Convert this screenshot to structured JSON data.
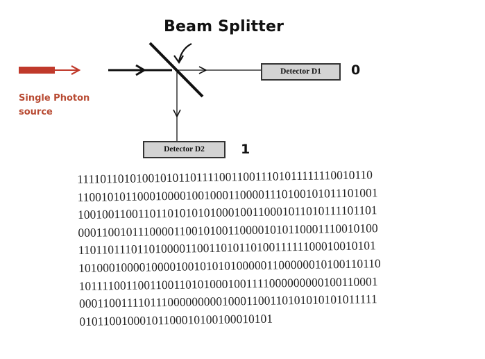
{
  "diagram": {
    "title": "Beam Splitter",
    "source_label": "Single Photon source",
    "detector_1": {
      "label": "Detector D1",
      "bit": "0"
    },
    "detector_2": {
      "label": "Detector D2",
      "bit": "1"
    },
    "colors": {
      "source": "#c0392b",
      "lines": "#111111",
      "detector_fill": "#d3d3d3"
    }
  },
  "binary_lines": [
    "11110110101001010110111100110011101011111110010110",
    "11001010110001000010010001100001110100101011101001",
    "10010011001101101010101000100110001011010111101101",
    "00011001011100001100101001100001010110001110010100",
    "11011011101101000011001101011010011111100010010101",
    "10100010000100001001010101000001100000010100110110",
    "10111100110011001101010001001111000000000100110001",
    "00011001111011100000000010001100110101010101011111",
    "01011001000101100010100100010101"
  ]
}
